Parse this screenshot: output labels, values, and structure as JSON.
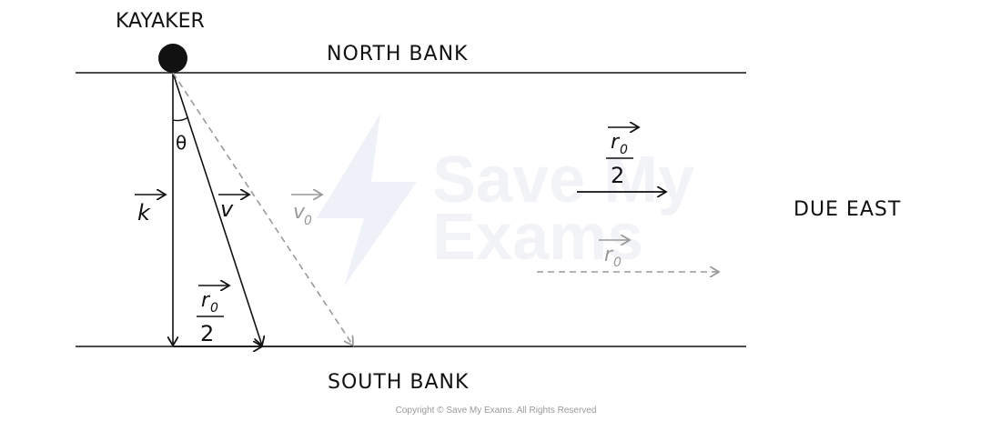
{
  "labels": {
    "kayaker": "KAYAKER",
    "north_bank": "NORTH BANK",
    "south_bank": "SOUTH BANK",
    "due_east": "DUE EAST",
    "theta": "θ"
  },
  "vectors": {
    "k": "k",
    "v": "v",
    "v0": "v",
    "v0_sub": "0",
    "r0_num": "r",
    "r0_sub": "0",
    "r0_den": "2",
    "r0_plain": "r",
    "r0_plain_sub": "0"
  },
  "watermark": {
    "line1": "Save My",
    "line2": "Exams"
  },
  "copyright": "Copyright © Save My Exams. All Rights Reserved",
  "colors": {
    "ink": "#111111",
    "grey": "#9a9a9a",
    "watermark": "#f1f3f6"
  }
}
